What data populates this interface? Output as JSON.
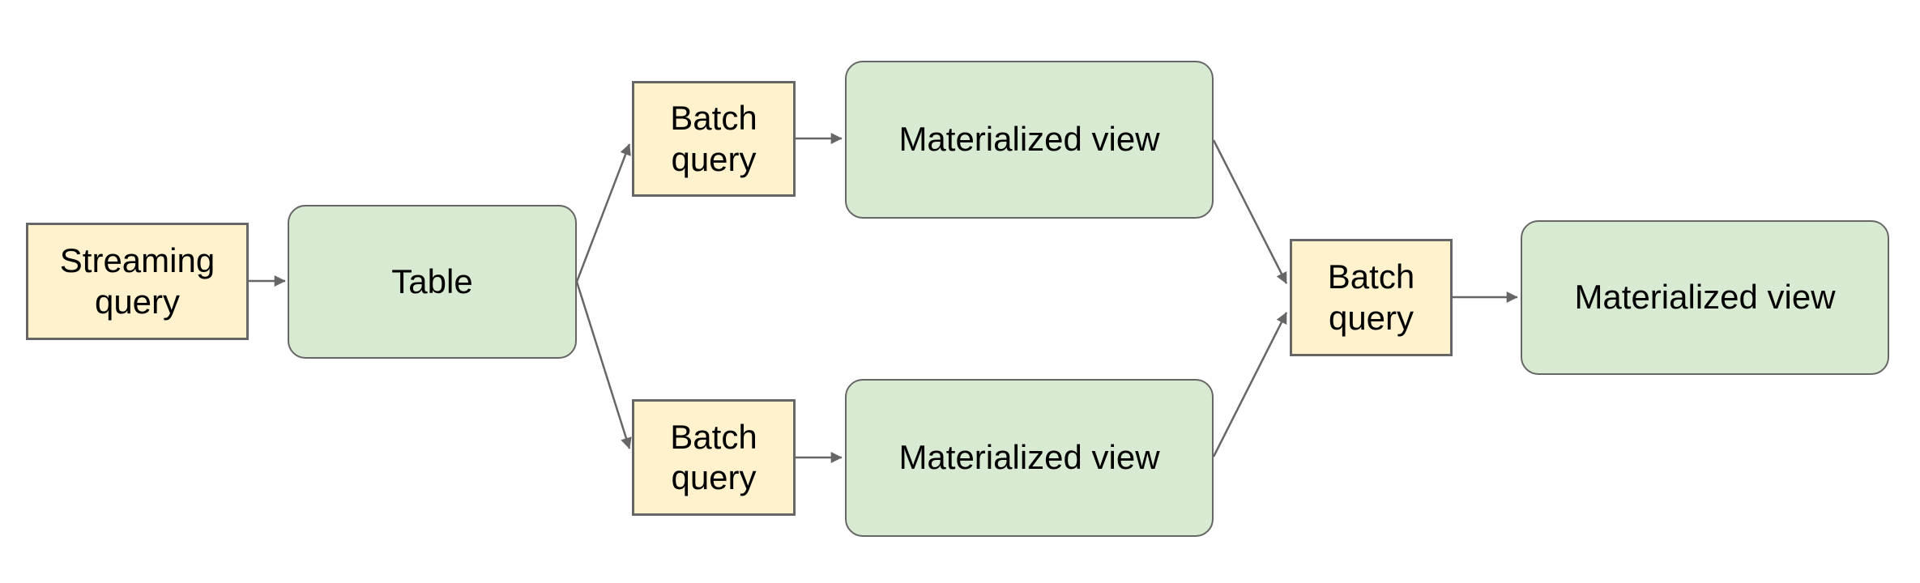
{
  "diagram": {
    "colors": {
      "background": "#ffffff",
      "query_fill": "#fff2cc",
      "view_fill": "#d9ead3",
      "shape_border": "#666666",
      "arrow_color": "#666666",
      "text_color": "#000000"
    },
    "nodes": [
      {
        "id": "streaming-query",
        "label": "Streaming query",
        "kind": "query"
      },
      {
        "id": "table",
        "label": "Table",
        "kind": "view"
      },
      {
        "id": "batch-query-top",
        "label": "Batch query",
        "kind": "query"
      },
      {
        "id": "materialized-view-top",
        "label": "Materialized view",
        "kind": "view"
      },
      {
        "id": "batch-query-bottom",
        "label": "Batch query",
        "kind": "query"
      },
      {
        "id": "materialized-view-bottom",
        "label": "Materialized view",
        "kind": "view"
      },
      {
        "id": "batch-query-final",
        "label": "Batch query",
        "kind": "query"
      },
      {
        "id": "materialized-view-final",
        "label": "Materialized view",
        "kind": "view"
      }
    ],
    "edges": [
      {
        "from": "streaming-query",
        "to": "table"
      },
      {
        "from": "table",
        "to": "batch-query-top"
      },
      {
        "from": "table",
        "to": "batch-query-bottom"
      },
      {
        "from": "batch-query-top",
        "to": "materialized-view-top"
      },
      {
        "from": "batch-query-bottom",
        "to": "materialized-view-bottom"
      },
      {
        "from": "materialized-view-top",
        "to": "batch-query-final"
      },
      {
        "from": "materialized-view-bottom",
        "to": "batch-query-final"
      },
      {
        "from": "batch-query-final",
        "to": "materialized-view-final"
      }
    ]
  }
}
